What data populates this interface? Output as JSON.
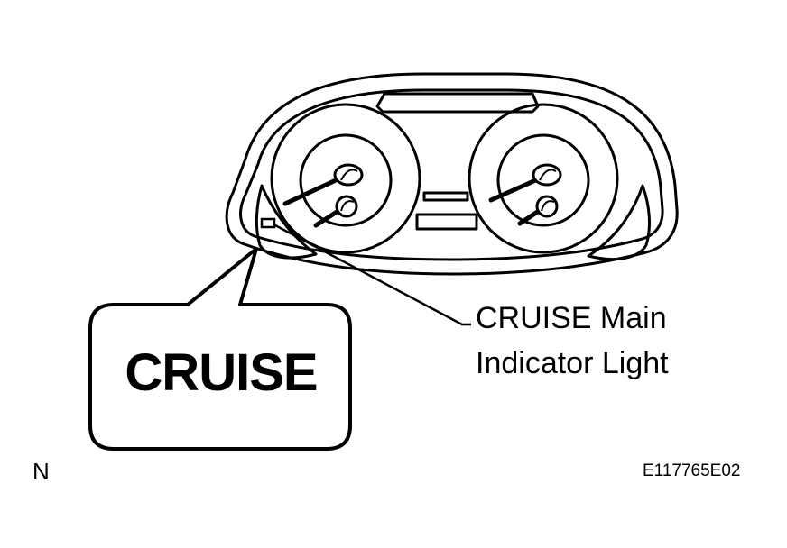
{
  "callout": {
    "line1": "CRUISE Main",
    "line2": "Indicator Light"
  },
  "bubble": {
    "text": "CRUISE"
  },
  "corner": {
    "left_mark": "N",
    "figure_code": "E117765E02"
  },
  "colors": {
    "ink": "#000000",
    "paper": "#ffffff"
  }
}
